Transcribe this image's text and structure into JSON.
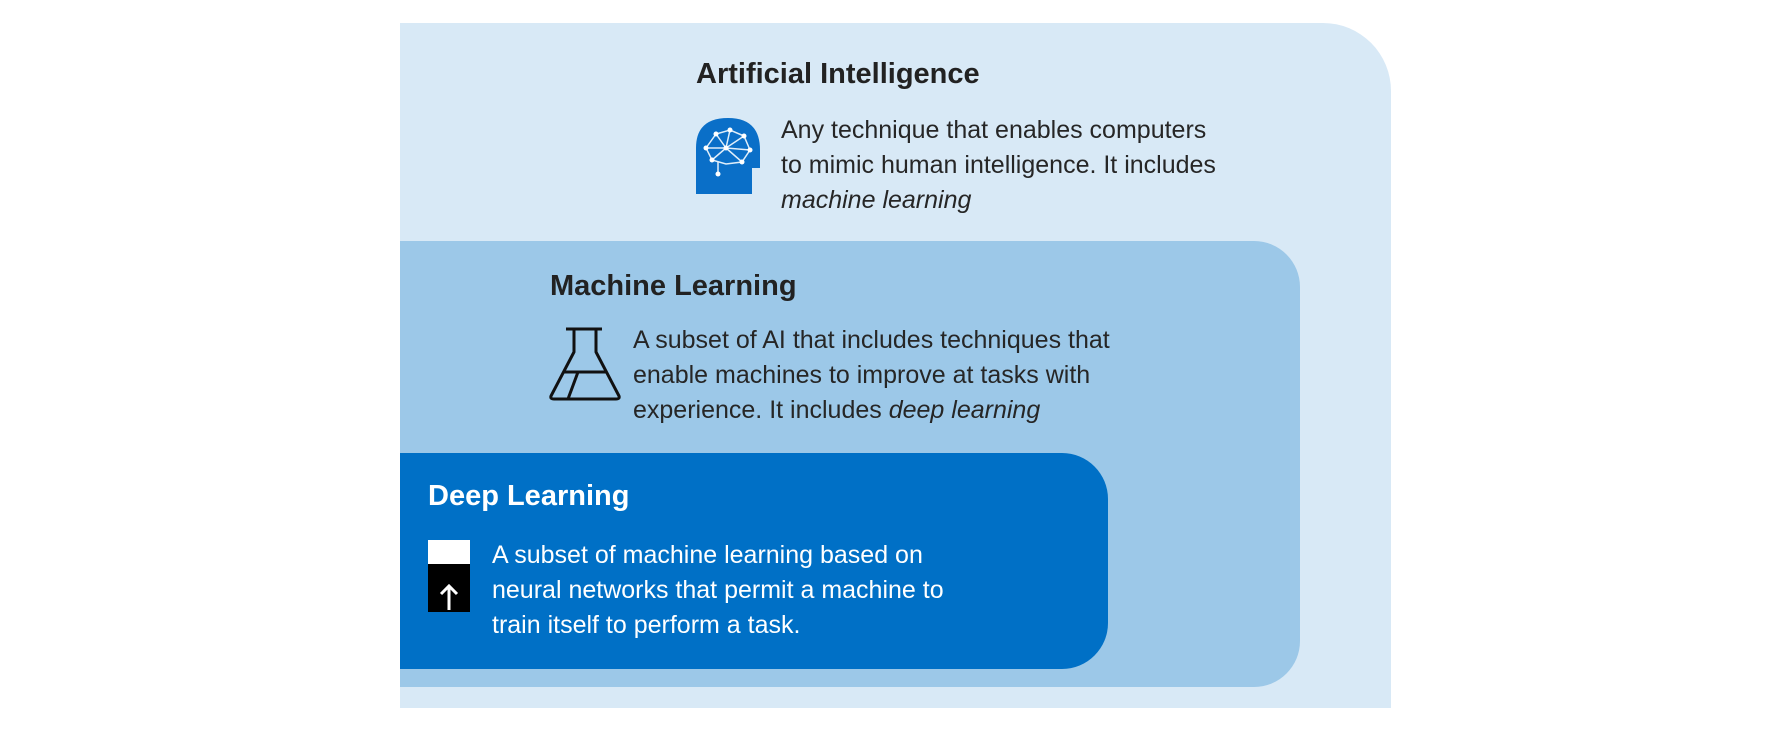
{
  "colors": {
    "ai_bg": "#d8e9f6",
    "ml_bg": "#9cc8e8",
    "dl_bg": "#0070c6",
    "icon_blue": "#0a6fc8"
  },
  "ai": {
    "title": "Artificial Intelligence",
    "desc_lines": [
      "Any technique that enables computers",
      "to mimic human intelligence. It includes"
    ],
    "desc_em": "machine learning",
    "icon": "brain-head-icon"
  },
  "ml": {
    "title": "Machine Learning",
    "desc_lines": [
      "A subset of AI that includes techniques that",
      "enable machines to improve at tasks with"
    ],
    "desc_tail": "experience. It includes ",
    "desc_em": "deep learning",
    "icon": "flask-icon"
  },
  "dl": {
    "title": "Deep Learning",
    "desc_lines": [
      "A subset of machine learning based on",
      "neural networks that permit a machine to",
      "train itself to perform a task."
    ],
    "icon": "upload-arrow-icon"
  }
}
